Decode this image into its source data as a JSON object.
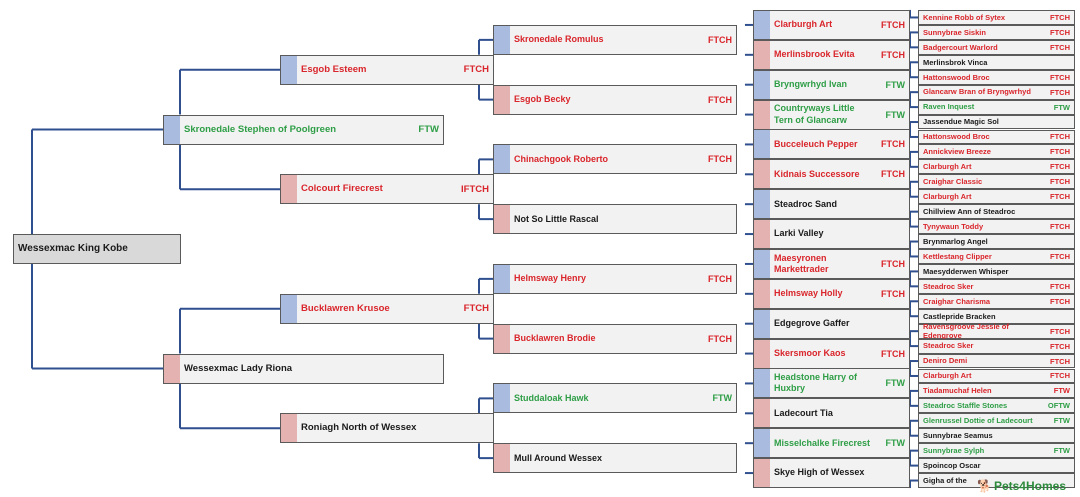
{
  "root": {
    "name": "Wessexmac King Kobe",
    "sex": "m",
    "title": "",
    "color": "black"
  },
  "parents": [
    {
      "name": "Skronedale Stephen of Poolgreen",
      "sex": "m",
      "title": "FTW",
      "color": "green"
    },
    {
      "name": "Wessexmac Lady Riona",
      "sex": "f",
      "title": "",
      "color": "black"
    }
  ],
  "grandparents": [
    {
      "name": "Esgob Esteem",
      "sex": "m",
      "title": "FTCH",
      "color": "red"
    },
    {
      "name": "Colcourt Firecrest",
      "sex": "f",
      "title": "IFTCH",
      "color": "red"
    },
    {
      "name": "Bucklawren Krusoe",
      "sex": "m",
      "title": "FTCH",
      "color": "red"
    },
    {
      "name": "Roniagh North of Wessex",
      "sex": "f",
      "title": "",
      "color": "black"
    }
  ],
  "greatgrandparents": [
    {
      "name": "Skronedale Romulus",
      "sex": "m",
      "title": "FTCH",
      "color": "red"
    },
    {
      "name": "Esgob Becky",
      "sex": "f",
      "title": "FTCH",
      "color": "red"
    },
    {
      "name": "Chinachgook Roberto",
      "sex": "m",
      "title": "FTCH",
      "color": "red"
    },
    {
      "name": "Not So Little Rascal",
      "sex": "f",
      "title": "",
      "color": "black"
    },
    {
      "name": "Helmsway Henry",
      "sex": "m",
      "title": "FTCH",
      "color": "red"
    },
    {
      "name": "Bucklawren Brodie",
      "sex": "f",
      "title": "FTCH",
      "color": "red"
    },
    {
      "name": "Studdaloak Hawk",
      "sex": "m",
      "title": "FTW",
      "color": "green"
    },
    {
      "name": "Mull Around Wessex",
      "sex": "f",
      "title": "",
      "color": "black"
    }
  ],
  "gen4": [
    {
      "name": "Clarburgh Art",
      "sex": "m",
      "title": "FTCH",
      "color": "red"
    },
    {
      "name": "Merlinsbrook Evita",
      "sex": "f",
      "title": "FTCH",
      "color": "red"
    },
    {
      "name": "Bryngwrhyd Ivan",
      "sex": "m",
      "title": "FTW",
      "color": "green"
    },
    {
      "name": "Countryways Little Tern of Glancarw",
      "sex": "f",
      "title": "FTW",
      "color": "green"
    },
    {
      "name": "Bucceleuch Pepper",
      "sex": "m",
      "title": "FTCH",
      "color": "red"
    },
    {
      "name": "Kidnais Successore",
      "sex": "f",
      "title": "FTCH",
      "color": "red"
    },
    {
      "name": "Steadroc Sand",
      "sex": "m",
      "title": "",
      "color": "black"
    },
    {
      "name": "Larki Valley",
      "sex": "f",
      "title": "",
      "color": "black"
    },
    {
      "name": "Maesyronen Markettrader",
      "sex": "m",
      "title": "FTCH",
      "color": "red"
    },
    {
      "name": "Helmsway Holly",
      "sex": "f",
      "title": "FTCH",
      "color": "red"
    },
    {
      "name": "Edgegrove Gaffer",
      "sex": "m",
      "title": "",
      "color": "black"
    },
    {
      "name": "Skersmoor Kaos",
      "sex": "f",
      "title": "FTCH",
      "color": "red"
    },
    {
      "name": "Headstone Harry of Huxbry",
      "sex": "m",
      "title": "FTW",
      "color": "green"
    },
    {
      "name": "Ladecourt Tia",
      "sex": "f",
      "title": "",
      "color": "black"
    },
    {
      "name": "Misselchalke Firecrest",
      "sex": "m",
      "title": "FTW",
      "color": "green"
    },
    {
      "name": "Skye High of Wessex",
      "sex": "f",
      "title": "",
      "color": "black"
    }
  ],
  "gen5": [
    {
      "name": "Kennine Robb of Sytex",
      "sex": "m",
      "title": "FTCH",
      "color": "red"
    },
    {
      "name": "Sunnybrae Siskin",
      "sex": "f",
      "title": "FTCH",
      "color": "red"
    },
    {
      "name": "Badgercourt Warlord",
      "sex": "m",
      "title": "FTCH",
      "color": "red"
    },
    {
      "name": "Merlinsbrok Vinca",
      "sex": "f",
      "title": "",
      "color": "black"
    },
    {
      "name": "Hattonswood Broc",
      "sex": "m",
      "title": "FTCH",
      "color": "red"
    },
    {
      "name": "Glancarw Bran of Bryngwrhyd",
      "sex": "f",
      "title": "FTCH",
      "color": "red"
    },
    {
      "name": "Raven Inquest",
      "sex": "m",
      "title": "FTW",
      "color": "green"
    },
    {
      "name": "Jassendue Magic Sol",
      "sex": "f",
      "title": "",
      "color": "black"
    },
    {
      "name": "Hattonswood Broc",
      "sex": "m",
      "title": "FTCH",
      "color": "red"
    },
    {
      "name": "Annickview Breeze",
      "sex": "f",
      "title": "FTCH",
      "color": "red"
    },
    {
      "name": "Clarburgh Art",
      "sex": "m",
      "title": "FTCH",
      "color": "red"
    },
    {
      "name": "Craighar Classic",
      "sex": "f",
      "title": "FTCH",
      "color": "red"
    },
    {
      "name": "Clarburgh Art",
      "sex": "m",
      "title": "FTCH",
      "color": "red"
    },
    {
      "name": "Chillview Ann of Steadroc",
      "sex": "f",
      "title": "",
      "color": "black"
    },
    {
      "name": "Tynywaun Toddy",
      "sex": "m",
      "title": "FTCH",
      "color": "red"
    },
    {
      "name": "Brynmarlog Angel",
      "sex": "f",
      "title": "",
      "color": "black"
    },
    {
      "name": "Kettlestang Clipper",
      "sex": "m",
      "title": "FTCH",
      "color": "red"
    },
    {
      "name": "Maesydderwen Whisper",
      "sex": "f",
      "title": "",
      "color": "black"
    },
    {
      "name": "Steadroc Sker",
      "sex": "m",
      "title": "FTCH",
      "color": "red"
    },
    {
      "name": "Craighar Charisma",
      "sex": "f",
      "title": "FTCH",
      "color": "red"
    },
    {
      "name": "Castlepride Bracken",
      "sex": "m",
      "title": "",
      "color": "black"
    },
    {
      "name": "Ravensgroove Jessie of Edengrove",
      "sex": "f",
      "title": "FTCH",
      "color": "red"
    },
    {
      "name": "Steadroc Sker",
      "sex": "m",
      "title": "FTCH",
      "color": "red"
    },
    {
      "name": "Deniro Demi",
      "sex": "f",
      "title": "FTCH",
      "color": "red"
    },
    {
      "name": "Clarburgh Art",
      "sex": "m",
      "title": "FTCH",
      "color": "red"
    },
    {
      "name": "Tiadamuchaf Helen",
      "sex": "f",
      "title": "FTW",
      "color": "red"
    },
    {
      "name": "Steadroc Staffle Stones",
      "sex": "m",
      "title": "OFTW",
      "color": "green"
    },
    {
      "name": "Glenrussel Dottie of Ladecourt",
      "sex": "f",
      "title": "FTW",
      "color": "green"
    },
    {
      "name": "Sunnybrae Seamus",
      "sex": "m",
      "title": "",
      "color": "black"
    },
    {
      "name": "Sunnybrae Sylph",
      "sex": "f",
      "title": "FTW",
      "color": "green"
    },
    {
      "name": "Spoincop Oscar",
      "sex": "m",
      "title": "",
      "color": "black"
    },
    {
      "name": "Gigha of the",
      "sex": "f",
      "title": "",
      "color": "black"
    }
  ],
  "logo": {
    "text": "Pets4Homes",
    "icon": "paw-dog-icon"
  }
}
